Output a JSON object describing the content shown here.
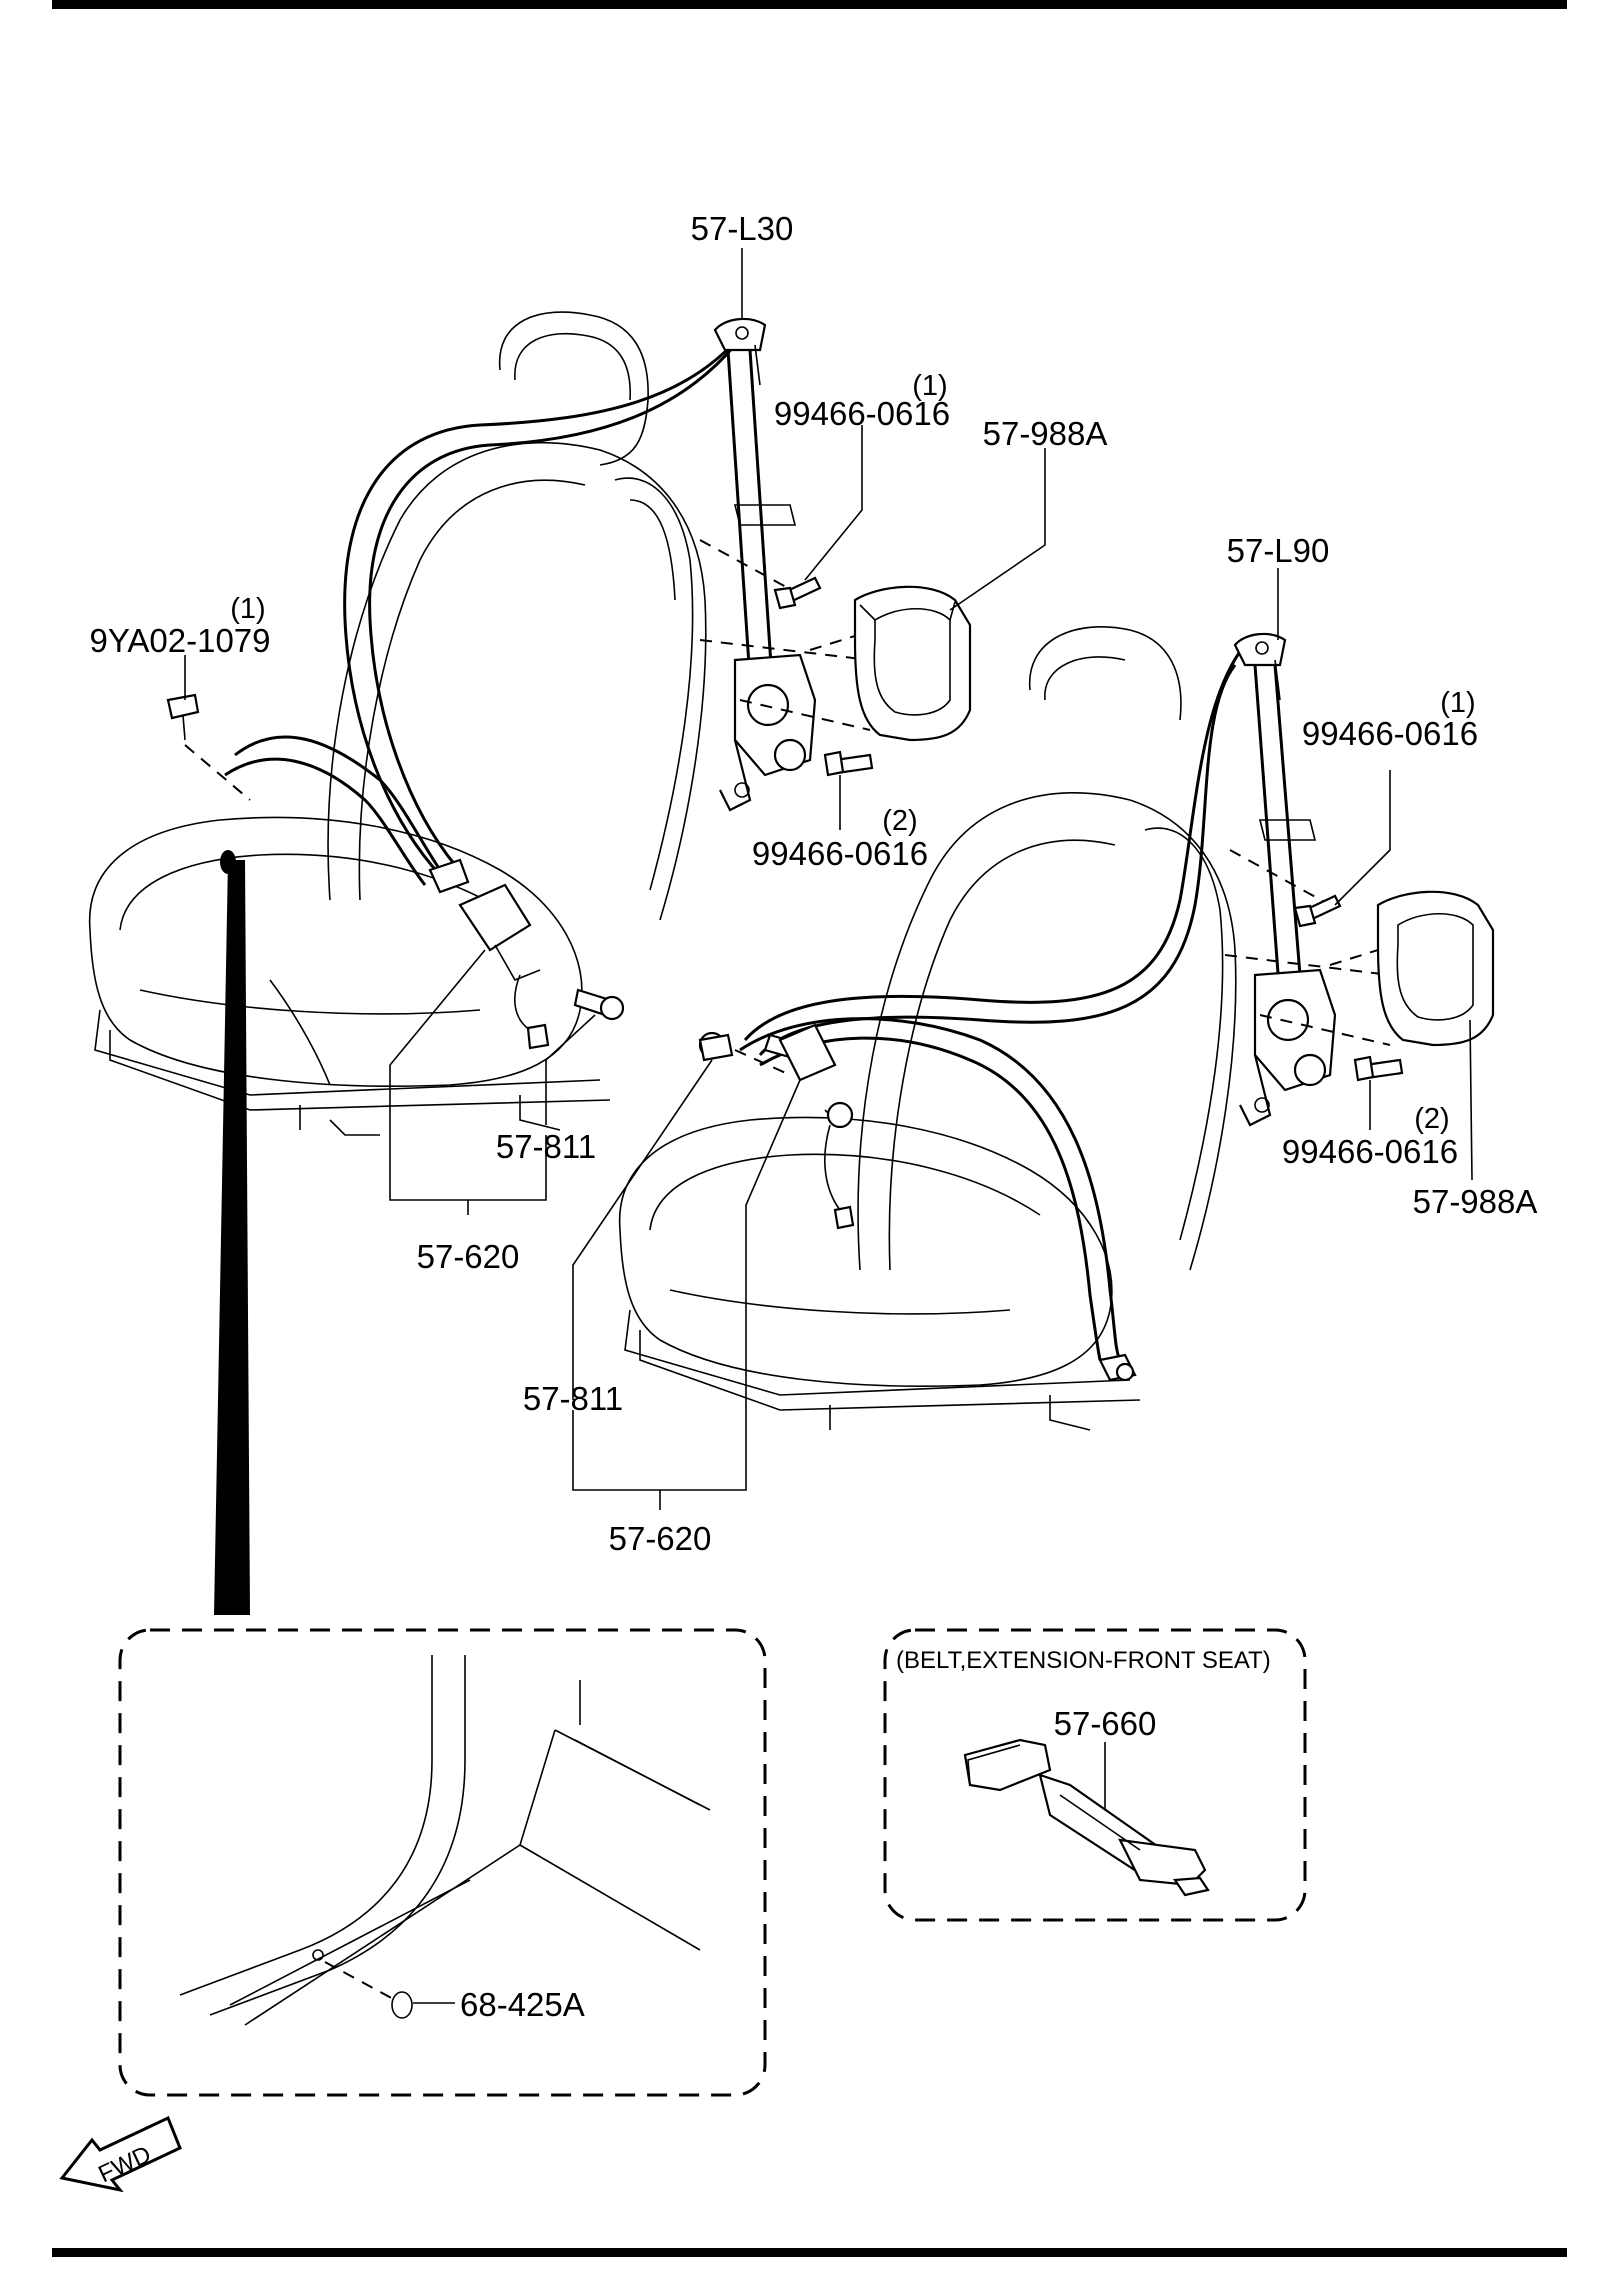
{
  "callouts": {
    "guide_left": "57-L30",
    "bolt_upper_left": "99466-0616",
    "bolt_upper_left_qty": "(1)",
    "cover_left": "57-988A",
    "bolt_lower_left": "99466-0616",
    "bolt_lower_left_qty": "(2)",
    "clip": "9YA02-1079",
    "clip_qty": "(1)",
    "buckle_bolt_left": "57-811",
    "buckle_left": "57-620",
    "guide_right": "57-L90",
    "bolt_upper_right": "99466-0616",
    "bolt_upper_right_qty": "(1)",
    "bolt_lower_right": "99466-0616",
    "bolt_lower_right_qty": "(2)",
    "cover_right": "57-988A",
    "buckle_bolt_right": "57-811",
    "buckle_right": "57-620",
    "plug": "68-425A",
    "extension_title": "(BELT,EXTENSION-FRONT SEAT)",
    "extension_part": "57-660",
    "fwd": "FWD"
  }
}
